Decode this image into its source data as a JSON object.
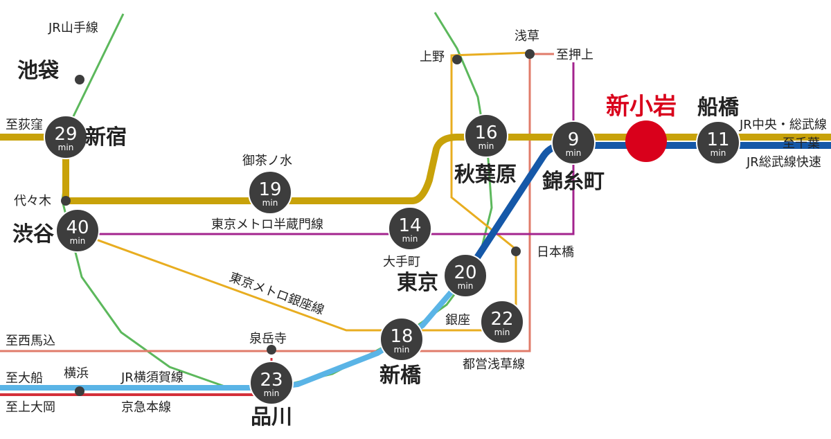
{
  "colors": {
    "sobu_local": "#c8a20a",
    "sobu_rapid": "#1558a8",
    "yokosuka": "#5ab4e6",
    "yamanote": "#5cb85c",
    "hanzomon": "#a3238e",
    "ginza": "#e8ad20",
    "asakusa": "#e07b6a",
    "keikyu": "#d4303a",
    "hub": "#3d3d3d",
    "highlight": "#d9001b"
  },
  "highlight_station": {
    "name": "新小岩"
  },
  "hubs": [
    {
      "id": "shinjuku",
      "minutes": "29",
      "unit": "min",
      "name": "新宿"
    },
    {
      "id": "shibuya",
      "minutes": "40",
      "unit": "min",
      "name": "渋谷"
    },
    {
      "id": "ochanomizu",
      "minutes": "19",
      "unit": "min",
      "name": "御茶ノ水"
    },
    {
      "id": "otemachi",
      "minutes": "14",
      "unit": "min",
      "name": "大手町"
    },
    {
      "id": "akihabara",
      "minutes": "16",
      "unit": "min",
      "name": "秋葉原"
    },
    {
      "id": "kinshicho",
      "minutes": "9",
      "unit": "min",
      "name": "錦糸町"
    },
    {
      "id": "funabashi",
      "minutes": "11",
      "unit": "min",
      "name": "船橋"
    },
    {
      "id": "tokyo",
      "minutes": "20",
      "unit": "min",
      "name": "東京"
    },
    {
      "id": "ginza",
      "minutes": "22",
      "unit": "min",
      "name": "銀座"
    },
    {
      "id": "shimbashi",
      "minutes": "18",
      "unit": "min",
      "name": "新橋"
    },
    {
      "id": "shinagawa",
      "minutes": "23",
      "unit": "min",
      "name": "品川"
    }
  ],
  "stations": {
    "ikebukuro": "池袋",
    "yoyogi": "代々木",
    "ueno": "上野",
    "asakusa": "浅草",
    "nihombashi": "日本橋",
    "sengakuji": "泉岳寺",
    "yokohama": "横浜"
  },
  "line_labels": {
    "yamanote": "JR山手線",
    "hanzomon": "東京メトロ半蔵門線",
    "ginza": "東京メトロ銀座線",
    "asakusa": "都営浅草線",
    "yokosuka": "JR横須賀線",
    "keikyu": "京急本線",
    "chuo_sobu": "JR中央・総武線",
    "sobu_rapid": "JR総武線快速"
  },
  "directions": {
    "ogikubo": "至荻窪",
    "oshiage": "至押上",
    "chiba": "至千葉",
    "nishimagome": "至西馬込",
    "ofuna": "至大船",
    "kamiooka": "至上大岡"
  }
}
